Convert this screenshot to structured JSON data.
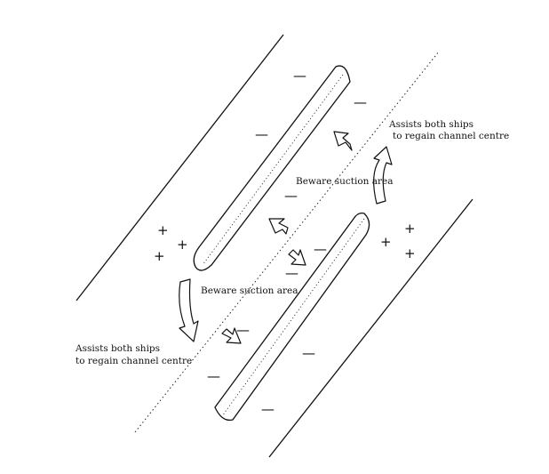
{
  "labels": {
    "suction_upper": "Beware suction area",
    "suction_lower": "Beware suction area",
    "assist_right_line1": "Assists both ships",
    "assist_right_line2": "to regain channel centre",
    "assist_left_line1": "Assists both ships",
    "assist_left_line2": "to regain channel centre"
  },
  "symbols": {
    "minus": "—",
    "plus": "+"
  }
}
